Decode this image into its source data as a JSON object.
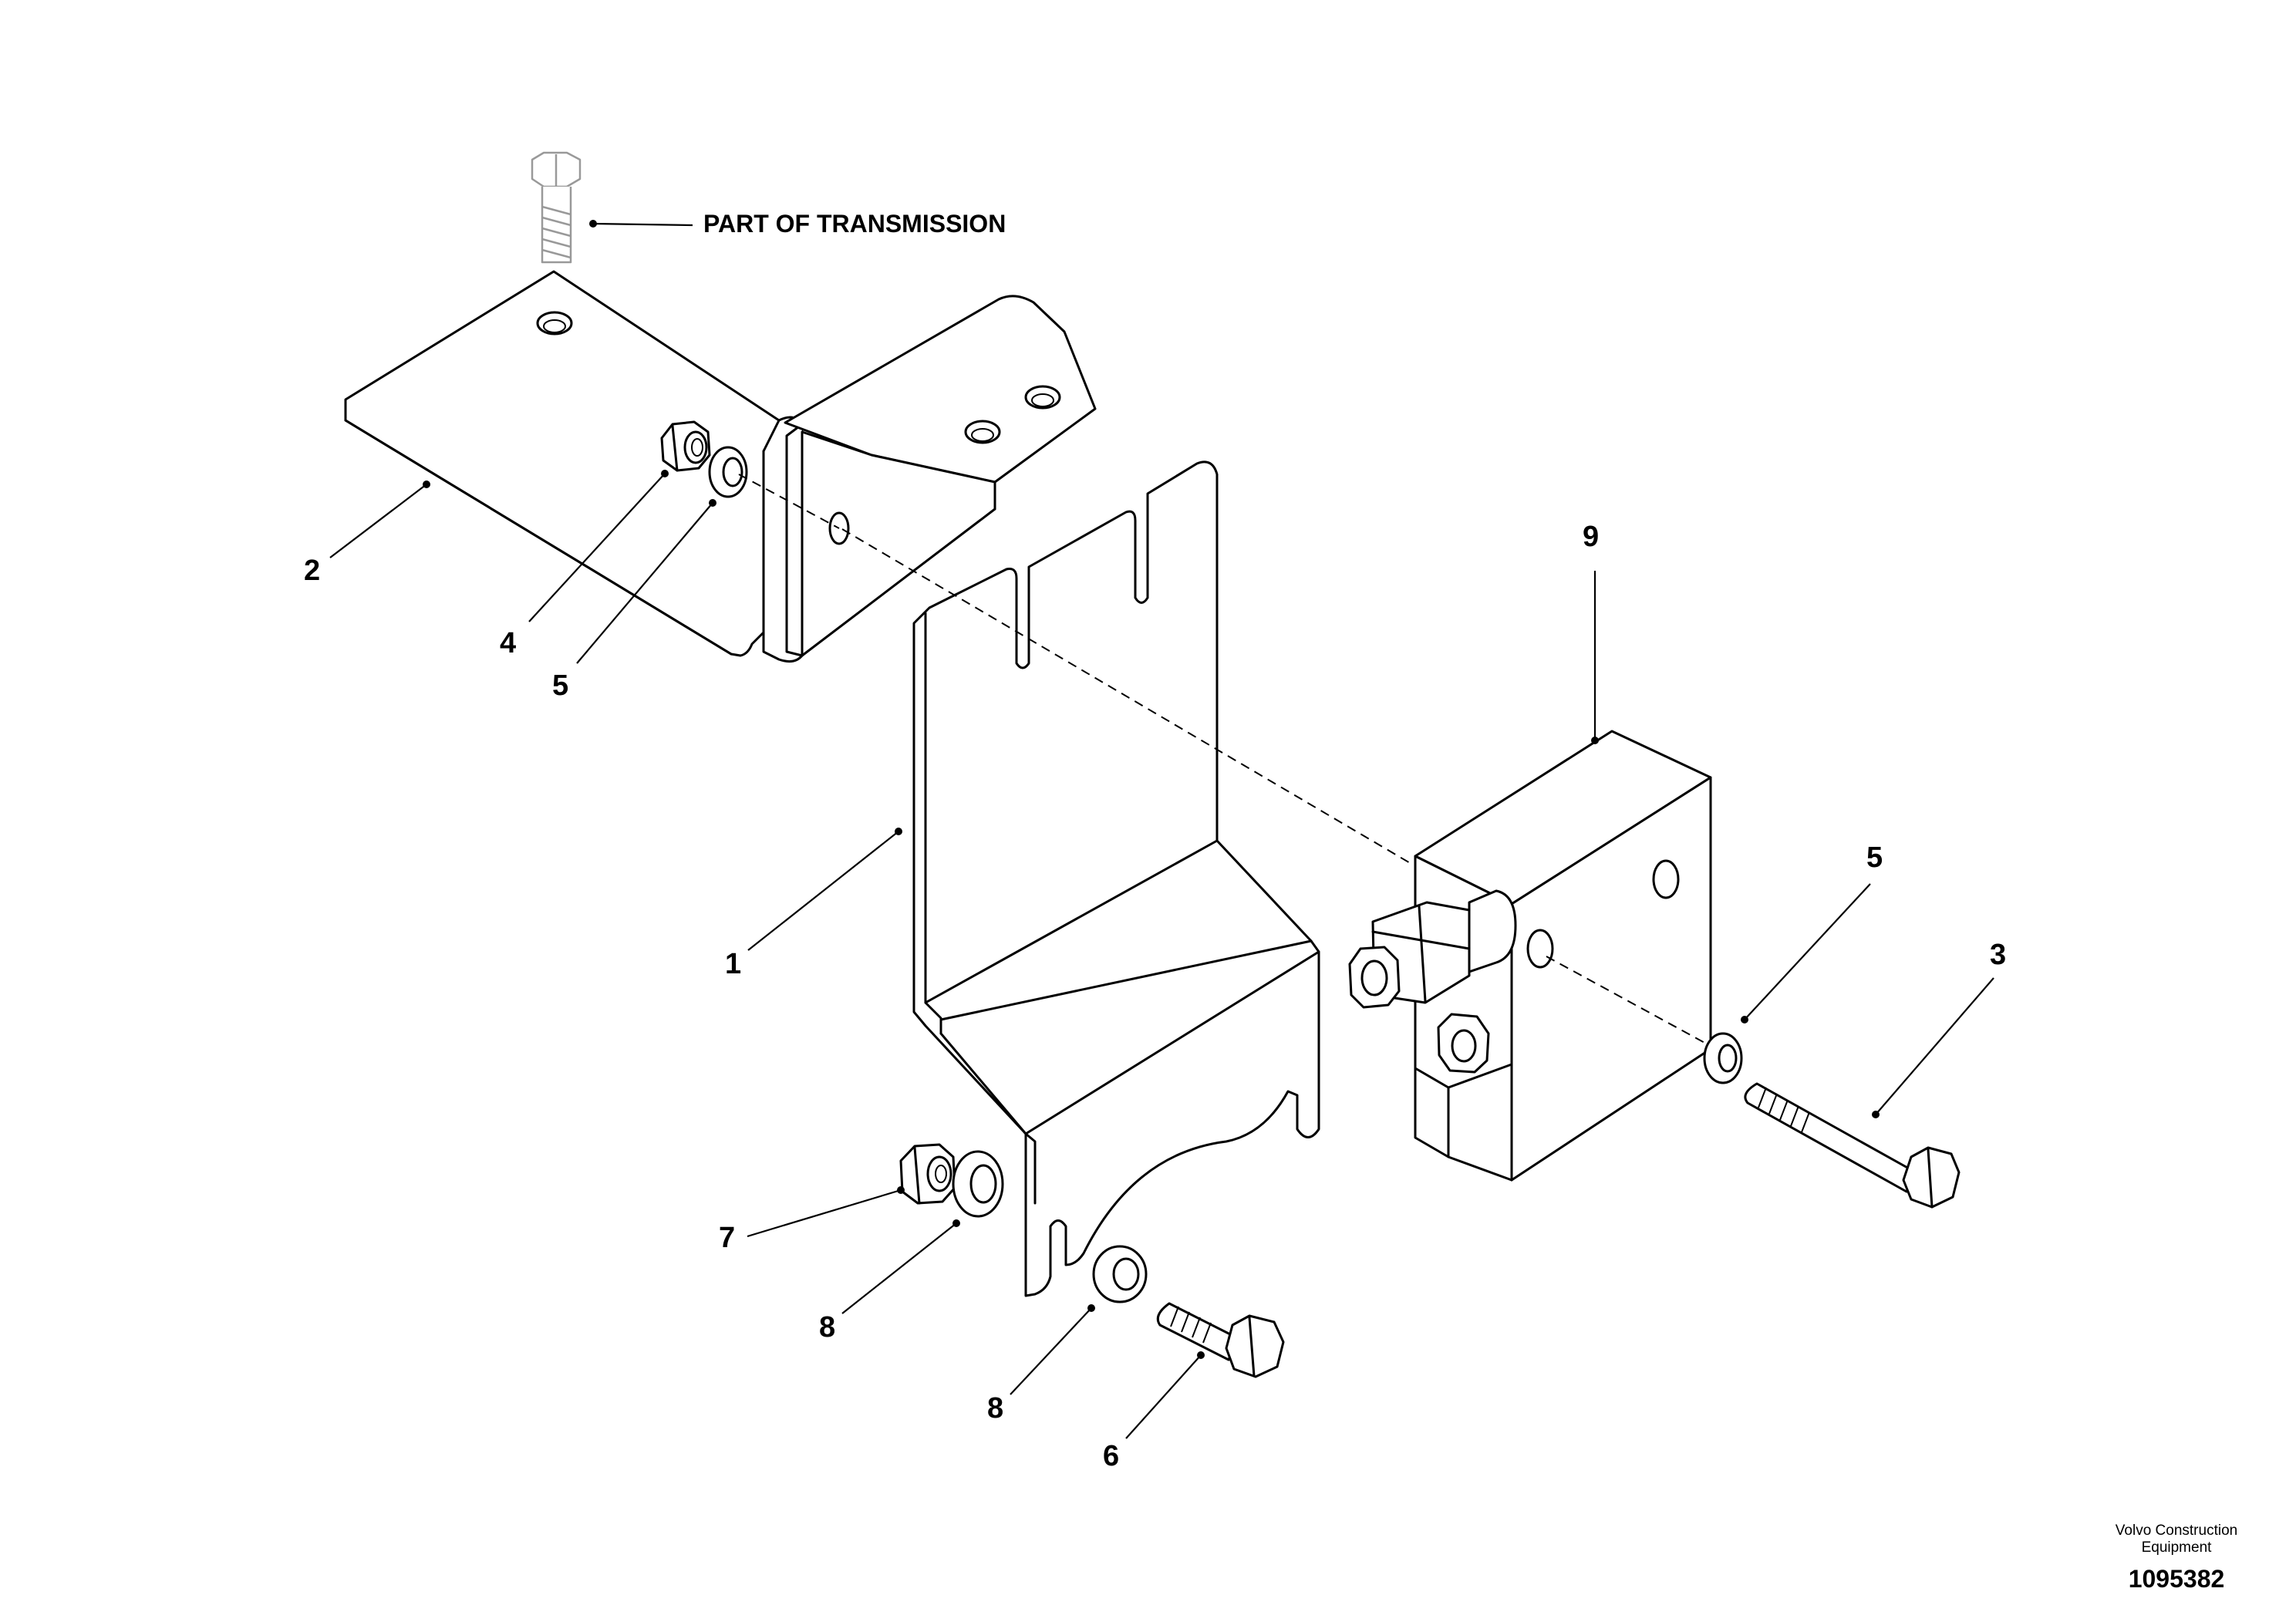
{
  "note": {
    "part_of_transmission": "PART OF TRANSMISSION"
  },
  "callouts": [
    {
      "id": "callout-2",
      "label": "2"
    },
    {
      "id": "callout-4",
      "label": "4"
    },
    {
      "id": "callout-5-upper",
      "label": "5"
    },
    {
      "id": "callout-1",
      "label": "1"
    },
    {
      "id": "callout-9",
      "label": "9"
    },
    {
      "id": "callout-5-right",
      "label": "5"
    },
    {
      "id": "callout-3",
      "label": "3"
    },
    {
      "id": "callout-7",
      "label": "7"
    },
    {
      "id": "callout-8-left",
      "label": "8"
    },
    {
      "id": "callout-8-lower",
      "label": "8"
    },
    {
      "id": "callout-6",
      "label": "6"
    }
  ],
  "title_block": {
    "company_line1": "Volvo Construction",
    "company_line2": "Equipment",
    "drawing_number": "1095382"
  }
}
